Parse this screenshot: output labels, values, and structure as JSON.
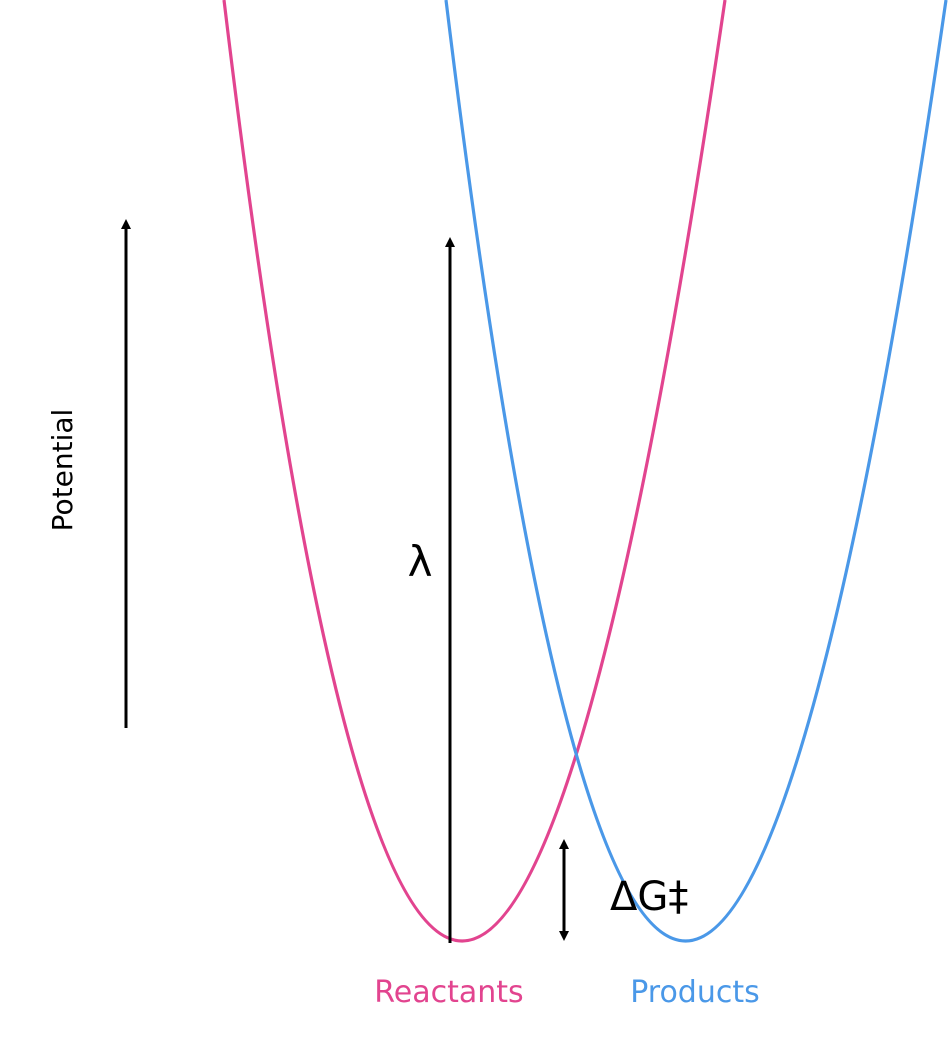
{
  "labels": {
    "potential_axis": "Potential",
    "lambda": "λ",
    "activation_energy": "ΔG‡",
    "reactants": "Reactants",
    "products": "Products"
  },
  "colors": {
    "reactants": "#e2448f",
    "products": "#4a98e8",
    "arrows": "#000000",
    "background": "#ffffff"
  }
}
